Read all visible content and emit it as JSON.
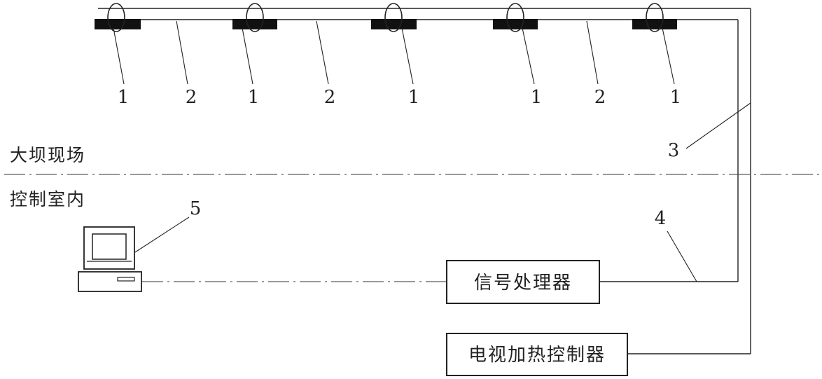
{
  "labels": {
    "sensor": "1",
    "cable": "2",
    "line_3": "3",
    "line_4": "4",
    "computer": "5"
  },
  "zones": {
    "upper": "大坝现场",
    "lower": "控制室内"
  },
  "boxes": {
    "signal_processor": "信号处理器",
    "heating_controller": "电视加热控制器"
  }
}
